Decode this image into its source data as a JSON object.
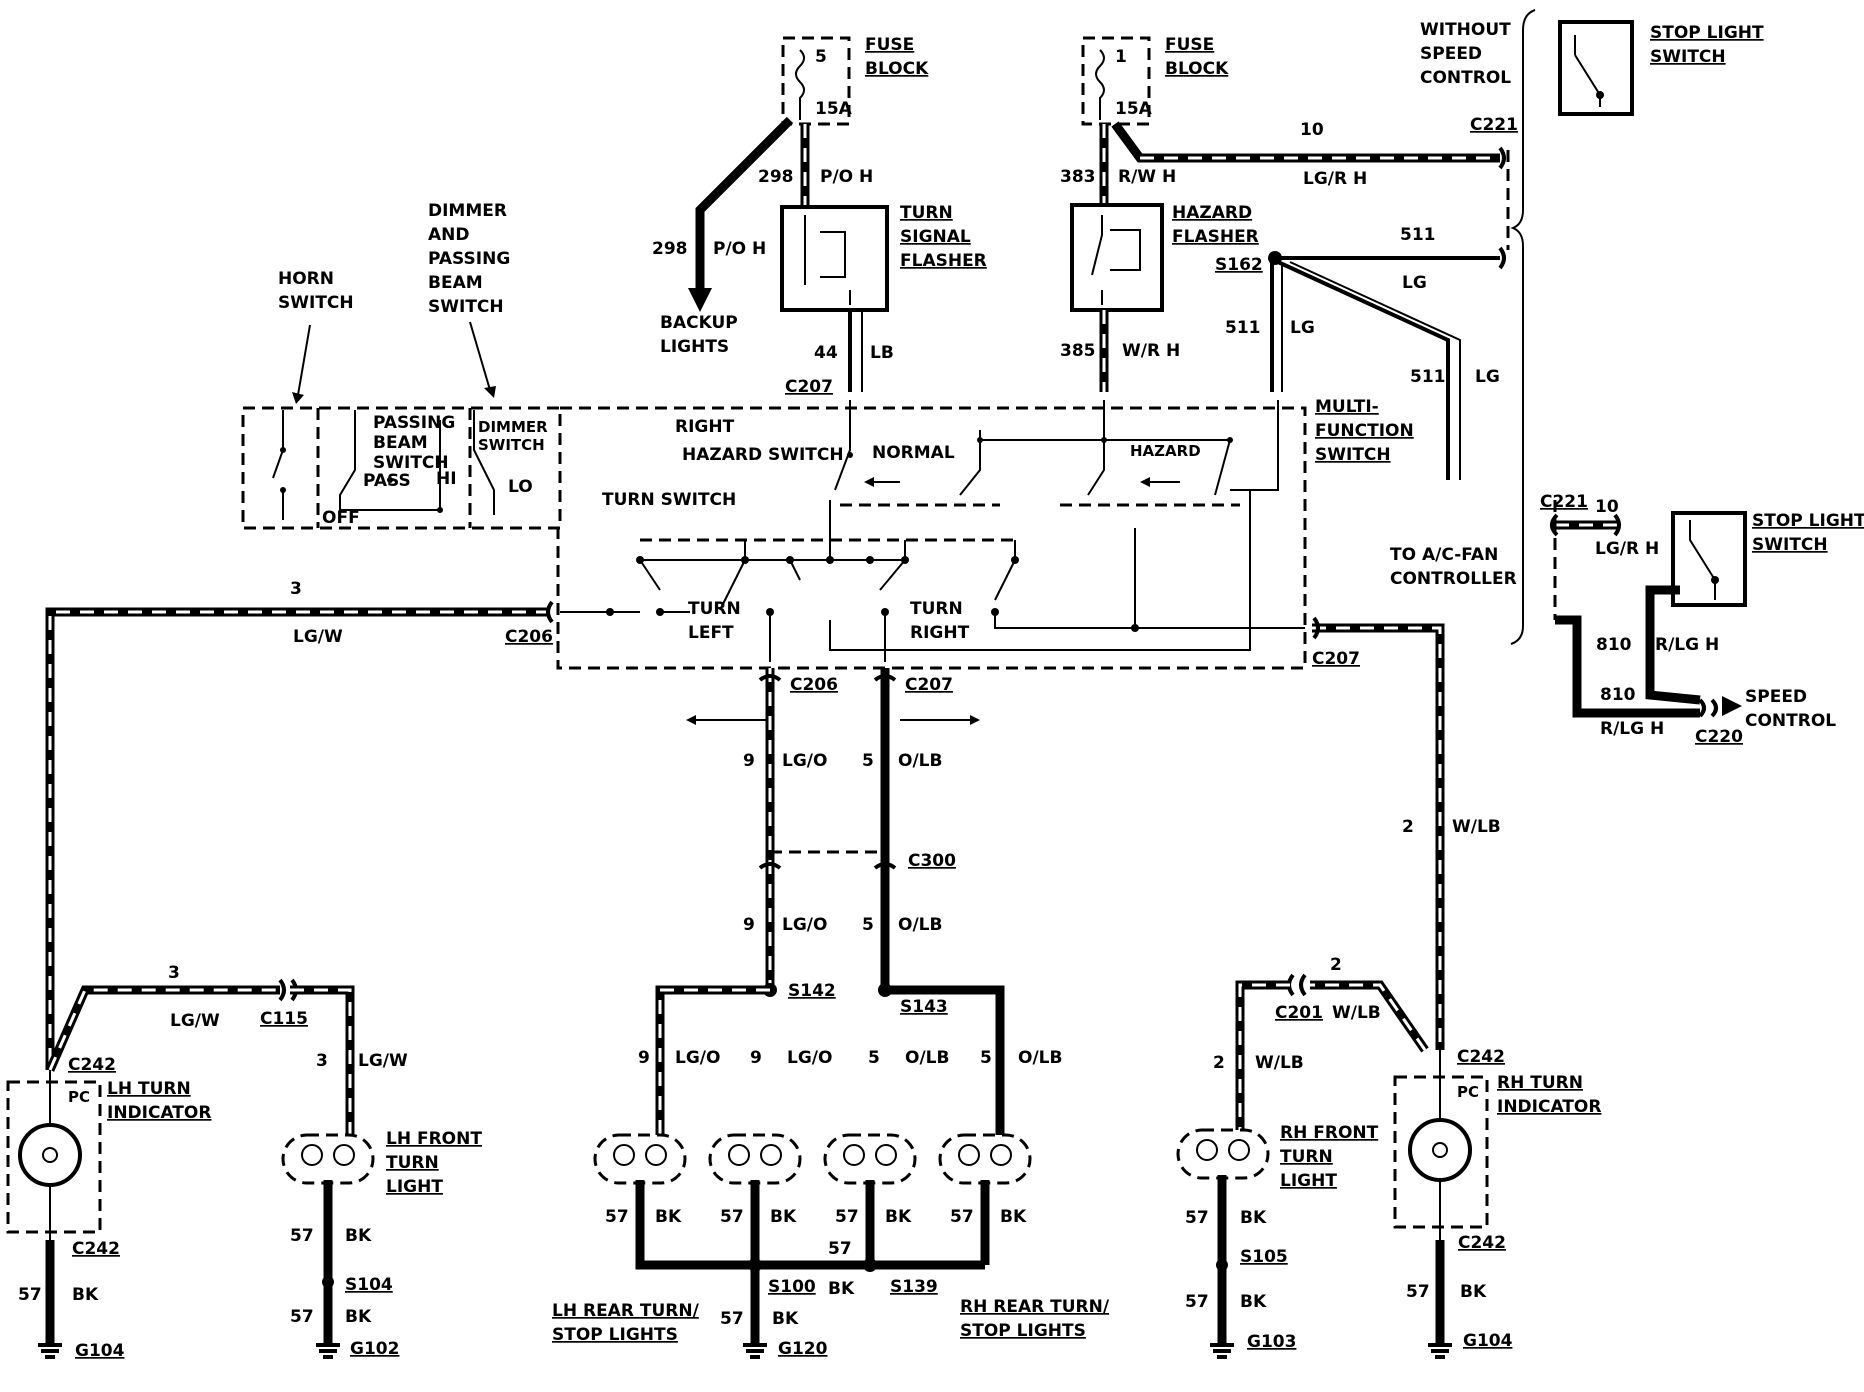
{
  "labels": {
    "fuse_block_l": [
      "FUSE",
      "BLOCK"
    ],
    "fuse_block_r": [
      "FUSE",
      "BLOCK"
    ],
    "fuse5": "5",
    "fuse5_amp": "15A",
    "fuse1": "1",
    "fuse1_amp": "15A",
    "without_speed": [
      "WITHOUT",
      "SPEED",
      "CONTROL"
    ],
    "stop_light_top": [
      "STOP LIGHT",
      "SWITCH"
    ],
    "stop_light_mid": [
      "STOP LIGHT",
      "SWITCH"
    ],
    "c221_top": "C221",
    "c221_mid": "C221",
    "w10_top": "10",
    "w10_mid": "10",
    "lgrh_top": "LG/R H",
    "lgrh_mid": "LG/R H",
    "turn_signal_flasher": [
      "TURN",
      "SIGNAL",
      "FLASHER"
    ],
    "hazard_flasher": [
      "HAZARD",
      "FLASHER"
    ],
    "s162": "S162",
    "w298a": "298",
    "w298a_c": "P/O H",
    "w298b": "298",
    "w298b_c": "P/O H",
    "backup_lights": [
      "BACKUP",
      "LIGHTS"
    ],
    "w383": "383",
    "w383_c": "R/W H",
    "w511a": "511",
    "lg_a": "LG",
    "w511b": "511",
    "lg_b": "LG",
    "w511c": "511",
    "lg_c": "LG",
    "w44": "44",
    "w44_c": "LB",
    "w385": "385",
    "w385_c": "W/R H",
    "c207_top": "C207",
    "horn_switch": [
      "HORN",
      "SWITCH"
    ],
    "dimmer_passing": [
      "DIMMER",
      "AND",
      "PASSING",
      "BEAM",
      "SWITCH"
    ],
    "passing_beam": [
      "PASSING",
      "BEAM",
      "SWITCH"
    ],
    "pass": "PASS",
    "off": "OFF",
    "hi": "HI",
    "lo": "LO",
    "dimmer_switch": [
      "DIMMER",
      "SWITCH"
    ],
    "right": "RIGHT",
    "hazard_switch": "HAZARD SWITCH",
    "normal": "NORMAL",
    "hazard": "HAZARD",
    "multi_function": [
      "MULTI-",
      "FUNCTION",
      "SWITCH"
    ],
    "turn_switch": "TURN SWITCH",
    "turn_left": [
      "TURN",
      "LEFT"
    ],
    "turn_right": [
      "TURN",
      "RIGHT"
    ],
    "to_ac": [
      "TO A/C-FAN",
      "CONTROLLER"
    ],
    "w3a": "3",
    "lgw_a": "LG/W",
    "c206_l": "C206",
    "c207_r": "C207",
    "c206_b": "C206",
    "c207_b": "C207",
    "w9a": "9",
    "lgo_a": "LG/O",
    "w5a": "5",
    "olb_a": "O/LB",
    "c300": "C300",
    "w9b": "9",
    "lgo_b": "LG/O",
    "w5b": "5",
    "olb_b": "O/LB",
    "w810a": "810",
    "rlgh_a": "R/LG H",
    "w810b": "810",
    "rlgh_b": "R/LG H",
    "c220": "C220",
    "speed_control": [
      "SPEED",
      "CONTROL"
    ],
    "w2a": "2",
    "wlb_a": "W/LB",
    "w3b": "3",
    "lgw_b": "LG/W",
    "c115": "C115",
    "w3c": "3",
    "lgw_c": "LG/W",
    "s142": "S142",
    "s143": "S143",
    "w9c": "9",
    "lgo_c": "LG/O",
    "w9d": "9",
    "lgo_d": "LG/O",
    "w5c": "5",
    "olb_c": "O/LB",
    "w5d": "5",
    "olb_d": "O/LB",
    "w2b": "2",
    "c201": "C201",
    "wlb_b": "W/LB",
    "w2c": "2",
    "wlb_c": "W/LB",
    "c242_lt": "C242",
    "c242_rt": "C242",
    "lh_turn_ind": [
      "LH TURN",
      "INDICATOR"
    ],
    "rh_turn_ind": [
      "RH TURN",
      "INDICATOR"
    ],
    "pc_l": "PC",
    "pc_r": "PC",
    "lh_front": [
      "LH FRONT",
      "TURN",
      "LIGHT"
    ],
    "rh_front": [
      "RH FRONT",
      "TURN",
      "LIGHT"
    ],
    "c242_lb": "C242",
    "c242_rb": "C242",
    "w57": "57",
    "bk": "BK",
    "s104": "S104",
    "s105": "S105",
    "s100": "S100",
    "s139": "S139",
    "g104_l": "G104",
    "g102": "G102",
    "g120": "G120",
    "g103": "G103",
    "g104_r": "G104",
    "lh_rear": [
      "LH REAR TURN/",
      "STOP LIGHTS"
    ],
    "rh_rear": [
      "RH REAR TURN/",
      "STOP LIGHTS"
    ]
  }
}
